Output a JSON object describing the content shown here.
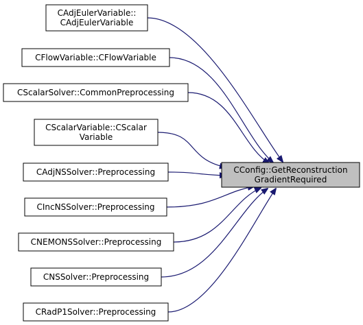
{
  "colors": {
    "edge": "#191970",
    "target_fill": "#bfbfbf",
    "node_fill": "#ffffff",
    "node_stroke": "#000000"
  },
  "target": {
    "lines": [
      "CConfig::GetReconstruction",
      "GradientRequired"
    ]
  },
  "callers": [
    {
      "lines": [
        "CAdjEulerVariable::",
        "CAdjEulerVariable"
      ]
    },
    {
      "lines": [
        "CFlowVariable::CFlowVariable"
      ]
    },
    {
      "lines": [
        "CScalarSolver::CommonPreprocessing"
      ]
    },
    {
      "lines": [
        "CScalarVariable::CScalar",
        "Variable"
      ]
    },
    {
      "lines": [
        "CAdjNSSolver::Preprocessing"
      ]
    },
    {
      "lines": [
        "CIncNSSolver::Preprocessing"
      ]
    },
    {
      "lines": [
        "CNEMONSSolver::Preprocessing"
      ]
    },
    {
      "lines": [
        "CNSSolver::Preprocessing"
      ]
    },
    {
      "lines": [
        "CRadP1Solver::Preprocessing"
      ]
    }
  ]
}
